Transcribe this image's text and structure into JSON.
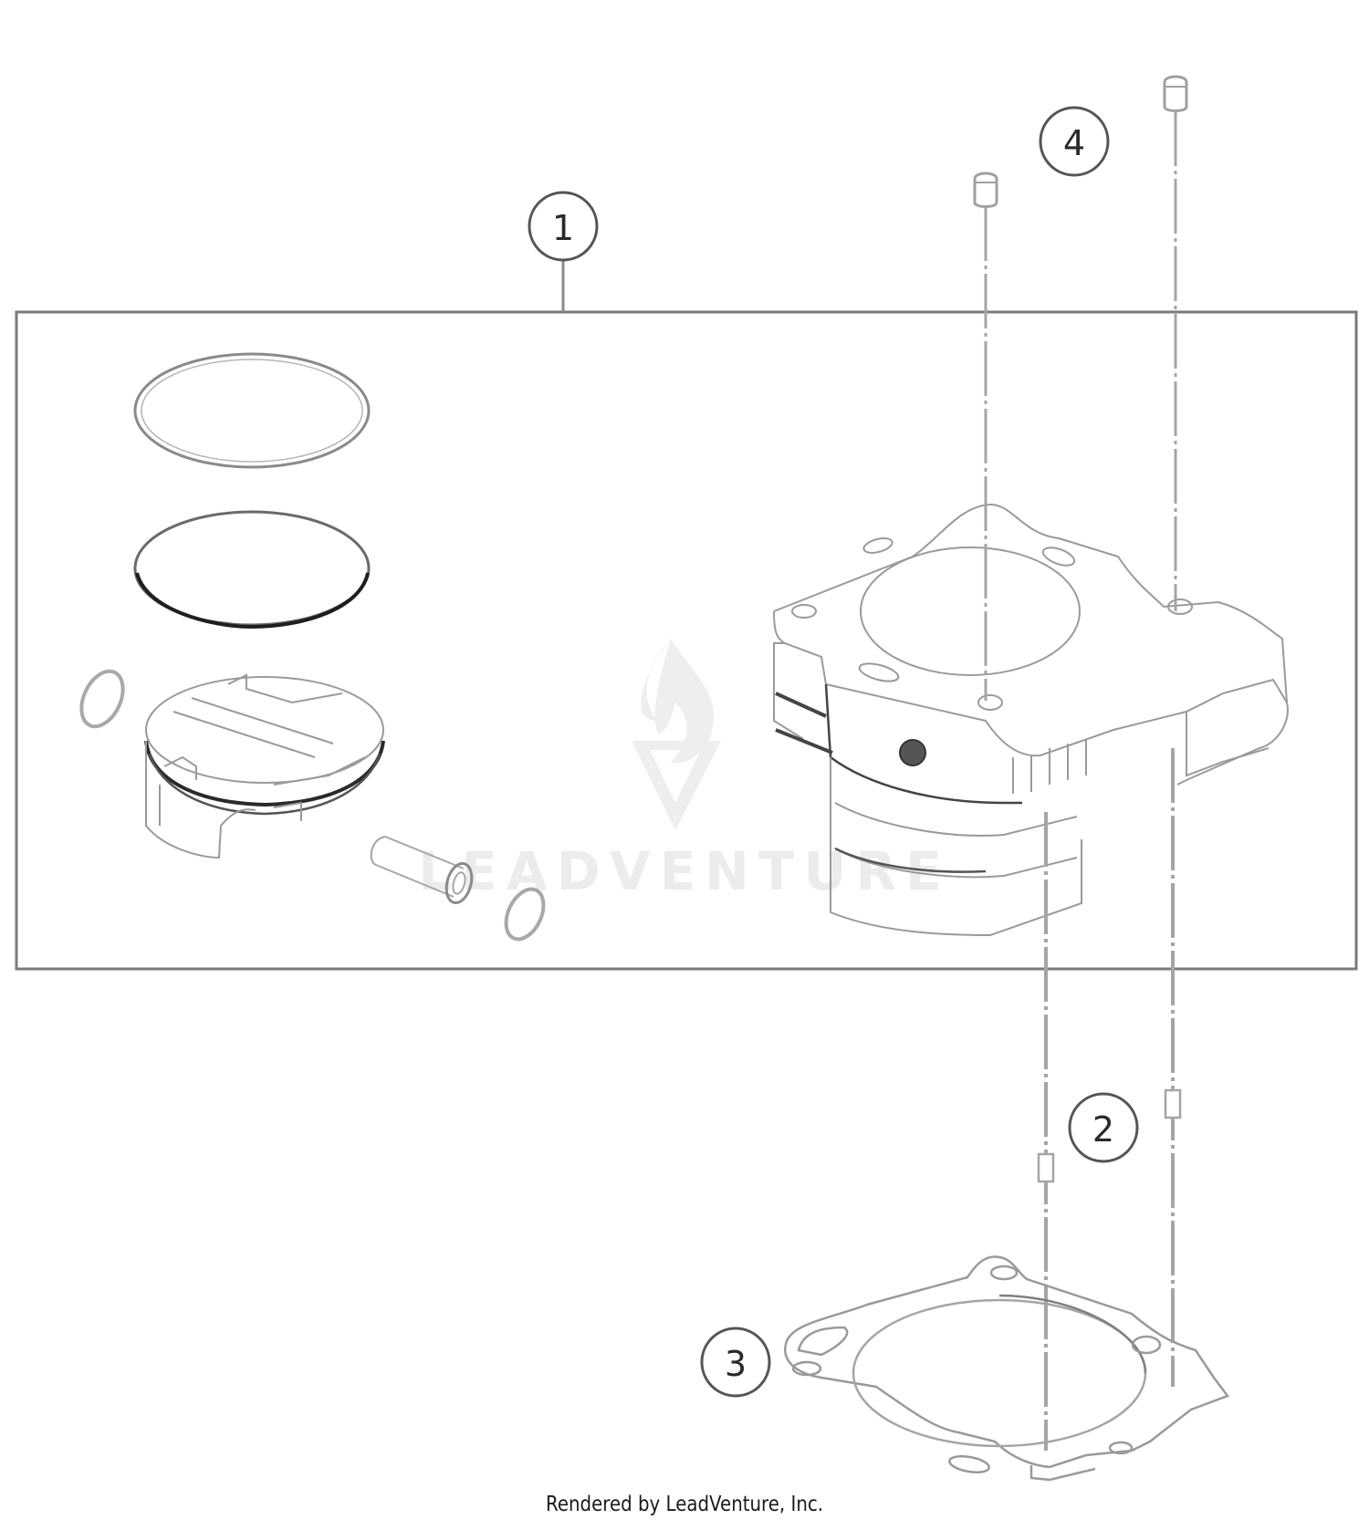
{
  "diagram": {
    "type": "exploded-parts-diagram",
    "subject": "Cylinder assembly",
    "callouts": [
      {
        "id": "1",
        "label": "1",
        "part": "Cylinder kit (box group: piston rings, piston, pin, circlips, cylinder)"
      },
      {
        "id": "2",
        "label": "2",
        "part": "Dowel sleeve"
      },
      {
        "id": "3",
        "label": "3",
        "part": "Cylinder base gasket"
      },
      {
        "id": "4",
        "label": "4",
        "part": "Cap / stud sleeve"
      }
    ],
    "colors": {
      "line": "#8a8a8a",
      "line_dark": "#3a3a3a",
      "box_border": "#7a7a7a",
      "callout": "#555555",
      "watermark": "#ececec"
    }
  },
  "watermark": {
    "text": "LEADVENTURE"
  },
  "footer": {
    "text": "Rendered by LeadVenture, Inc."
  }
}
